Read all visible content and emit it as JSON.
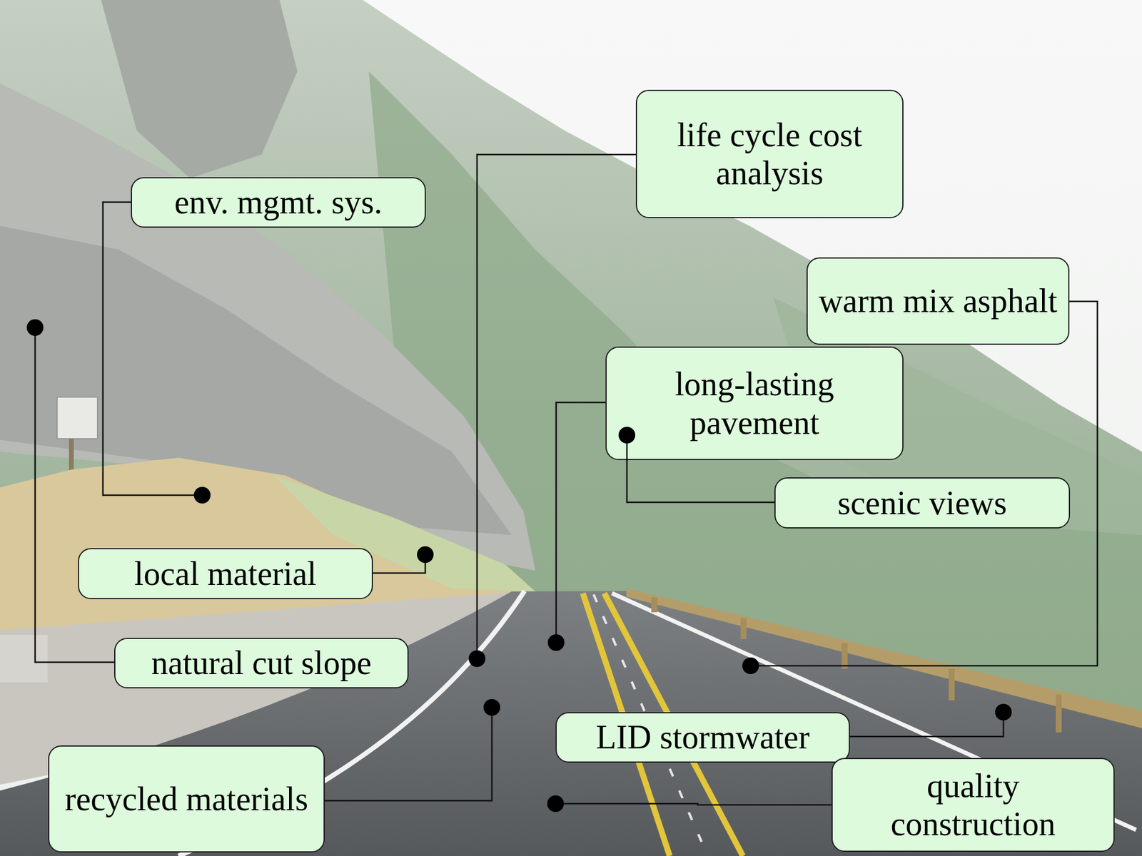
{
  "diagram": {
    "nodes": [
      {
        "text": [
          "life cycle cost analysis"
        ]
      },
      {
        "text": [
          "env. mgmt. sys."
        ]
      },
      {
        "text": [
          "warm mix asphalt"
        ]
      },
      {
        "text": [
          "long-lasting pavement"
        ]
      },
      {
        "text": [
          "scenic views"
        ]
      },
      {
        "text": [
          "local material"
        ]
      },
      {
        "text": [
          "natural cut slope"
        ]
      },
      {
        "text": [
          "LID stormwater"
        ]
      },
      {
        "text": [
          "recycled materials"
        ]
      },
      {
        "text": [
          "quality construction"
        ]
      }
    ]
  }
}
